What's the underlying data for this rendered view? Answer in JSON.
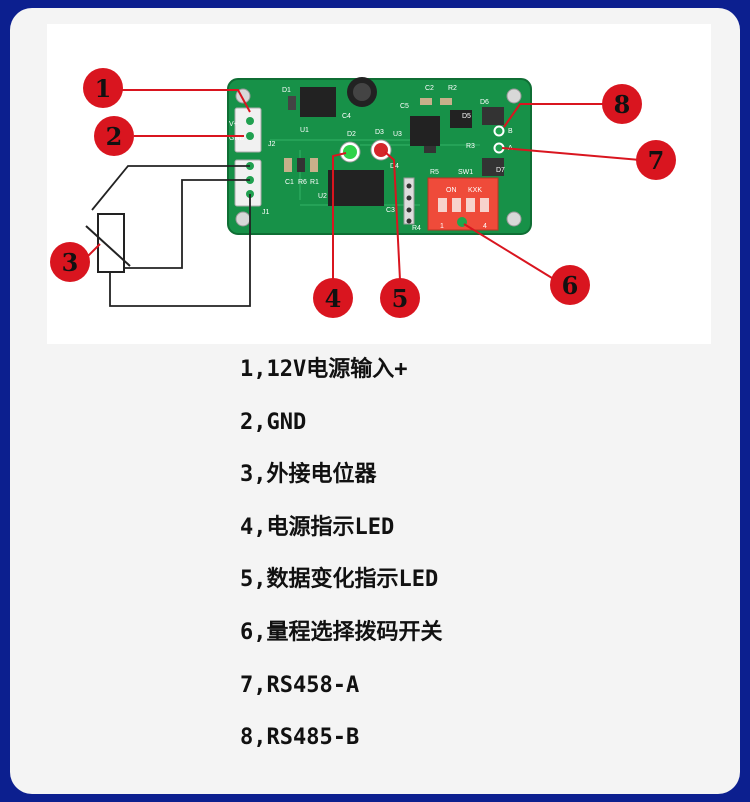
{
  "title": "",
  "board": {
    "component_labels": [
      "V+",
      "GND",
      "C2",
      "R2",
      "D6",
      "D2",
      "D3",
      "U3",
      "D5",
      "R3",
      "J2",
      "C1",
      "R6",
      "R1",
      "U2",
      "D4",
      "SW1",
      "R5",
      "ON",
      "KXK",
      "1",
      "4",
      "J1",
      "R4",
      "D7",
      "C4",
      "U1",
      "D1",
      "C5",
      "C3",
      "A",
      "B"
    ]
  },
  "callouts": [
    {
      "number": "1",
      "description": "1,12V电源输入+"
    },
    {
      "number": "2",
      "description": "2,GND"
    },
    {
      "number": "3",
      "description": "3,外接电位器"
    },
    {
      "number": "4",
      "description": "4,电源指示LED"
    },
    {
      "number": "5",
      "description": "5,数据变化指示LED"
    },
    {
      "number": "6",
      "description": "6,量程选择拨码开关"
    },
    {
      "number": "7",
      "description": "7,RS458-A"
    },
    {
      "number": "8",
      "description": "8,RS485-B"
    }
  ],
  "colors": {
    "border": "#0c1f8f",
    "pcb": "#179148",
    "callout_circle": "#d9151f",
    "dip_switch": "#ef4b3a"
  }
}
